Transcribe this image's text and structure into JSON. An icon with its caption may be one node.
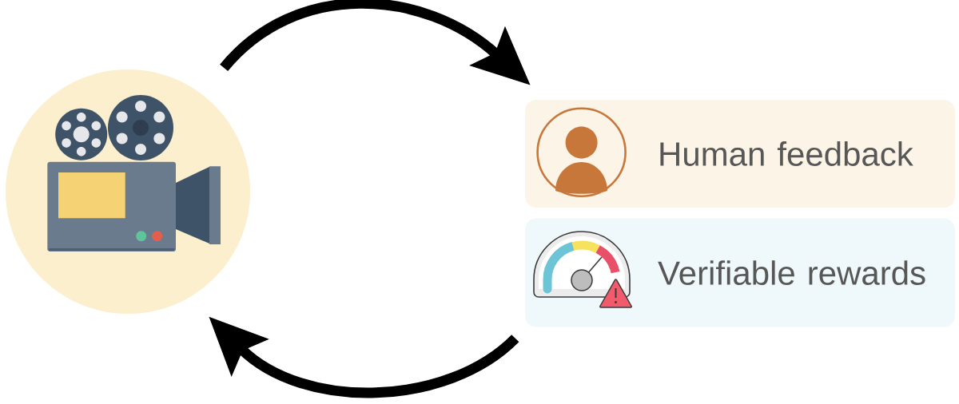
{
  "diagram": {
    "nodes": [
      {
        "text": [],
        "shape": "circle"
      },
      {
        "text": [
          "Human feedback"
        ]
      },
      {
        "text": [
          "Verifiable rewards"
        ]
      }
    ],
    "edges": [
      {
        "from": 0,
        "to": 1,
        "arrow": "to"
      },
      {
        "from": 2,
        "to": 0,
        "arrow": "to"
      }
    ]
  }
}
